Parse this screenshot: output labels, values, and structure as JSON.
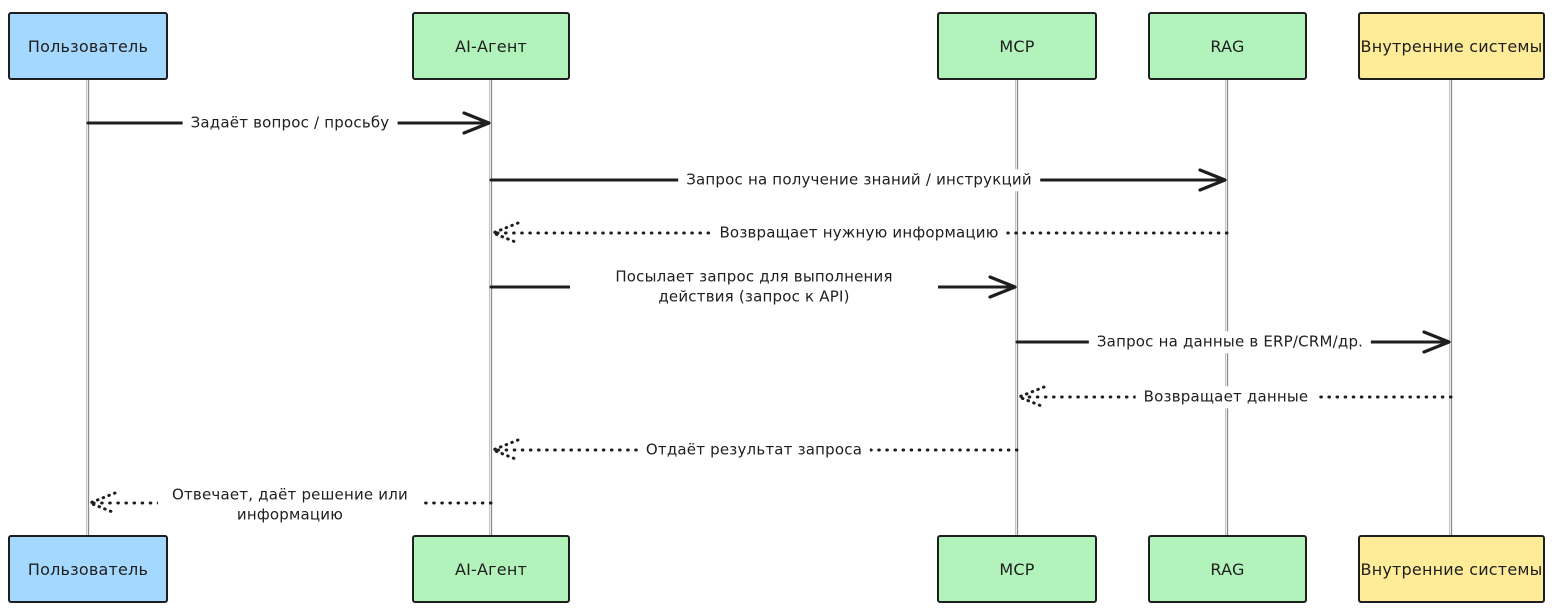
{
  "diagram": {
    "type": "sequence-diagram",
    "language": "ru",
    "colors": {
      "background": "#ffffff",
      "stroke": "#1e1e1e",
      "lifeline": "#8a8a8a",
      "actor_user_fill": "#a5d8ff",
      "actor_service_fill": "#b2f2bb",
      "actor_external_fill": "#ffec99"
    },
    "actors": [
      {
        "id": "user",
        "label": "Пользователь",
        "fill": "#a5d8ff"
      },
      {
        "id": "ai-agent",
        "label": "AI-Агент",
        "fill": "#b2f2bb"
      },
      {
        "id": "mcp",
        "label": "MCP",
        "fill": "#b2f2bb"
      },
      {
        "id": "rag",
        "label": "RAG",
        "fill": "#b2f2bb"
      },
      {
        "id": "internal-systems",
        "label": "Внутренние системы",
        "fill": "#ffec99"
      }
    ],
    "messages": [
      {
        "from": "Пользователь",
        "to": "AI-Агент",
        "style": "solid",
        "label": "Задаёт вопрос / просьбу"
      },
      {
        "from": "AI-Агент",
        "to": "RAG",
        "style": "solid",
        "label": "Запрос на получение знаний / инструкций"
      },
      {
        "from": "RAG",
        "to": "AI-Агент",
        "style": "dotted",
        "label": "Возвращает нужную информацию"
      },
      {
        "from": "AI-Агент",
        "to": "MCP",
        "style": "solid",
        "label": "Посылает запрос для выполнения действия (запрос к API)"
      },
      {
        "from": "MCP",
        "to": "Внутренние системы",
        "style": "solid",
        "label": "Запрос на данные в ERP/CRM/др."
      },
      {
        "from": "Внутренние системы",
        "to": "MCP",
        "style": "dotted",
        "label": "Возвращает данные"
      },
      {
        "from": "MCP",
        "to": "AI-Агент",
        "style": "dotted",
        "label": "Отдаёт результат запроса"
      },
      {
        "from": "AI-Агент",
        "to": "Пользователь",
        "style": "dotted",
        "label": "Отвечает, даёт решение или информацию"
      }
    ]
  }
}
